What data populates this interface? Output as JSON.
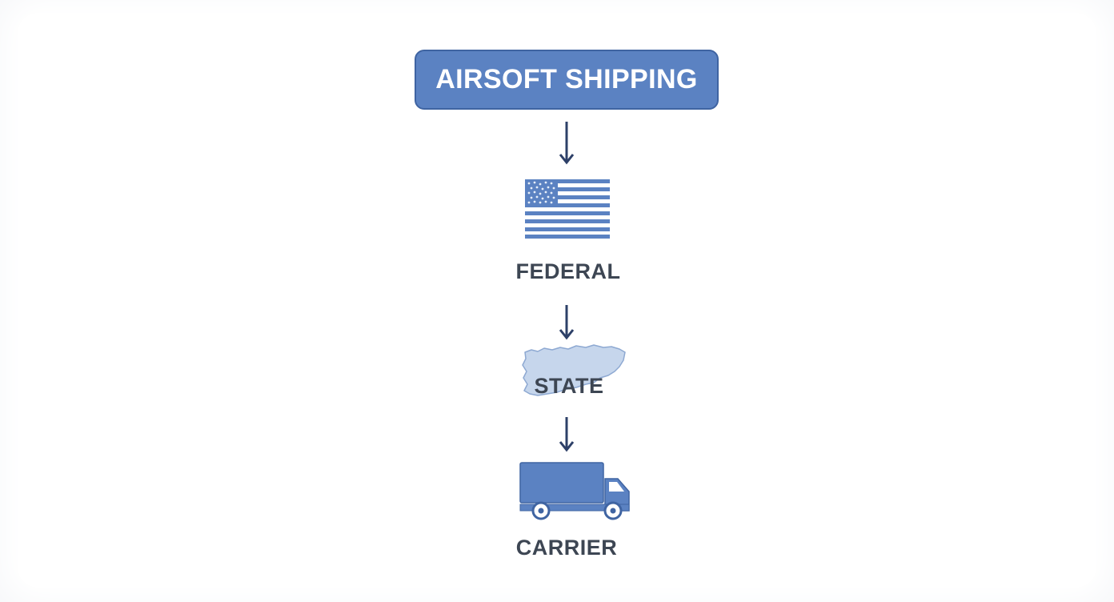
{
  "title": "AIRSOFT SHIPPING",
  "steps": [
    {
      "label": "FEDERAL",
      "icon": "us-flag-icon"
    },
    {
      "label": "STATE",
      "icon": "state-map-icon"
    },
    {
      "label": "CARRIER",
      "icon": "truck-icon"
    }
  ],
  "colors": {
    "accent": "#5b82c2",
    "accent_dark": "#3f64a2",
    "arrow": "#2d4068",
    "text": "#3d4653",
    "map_fill": "#c6d6ec"
  }
}
